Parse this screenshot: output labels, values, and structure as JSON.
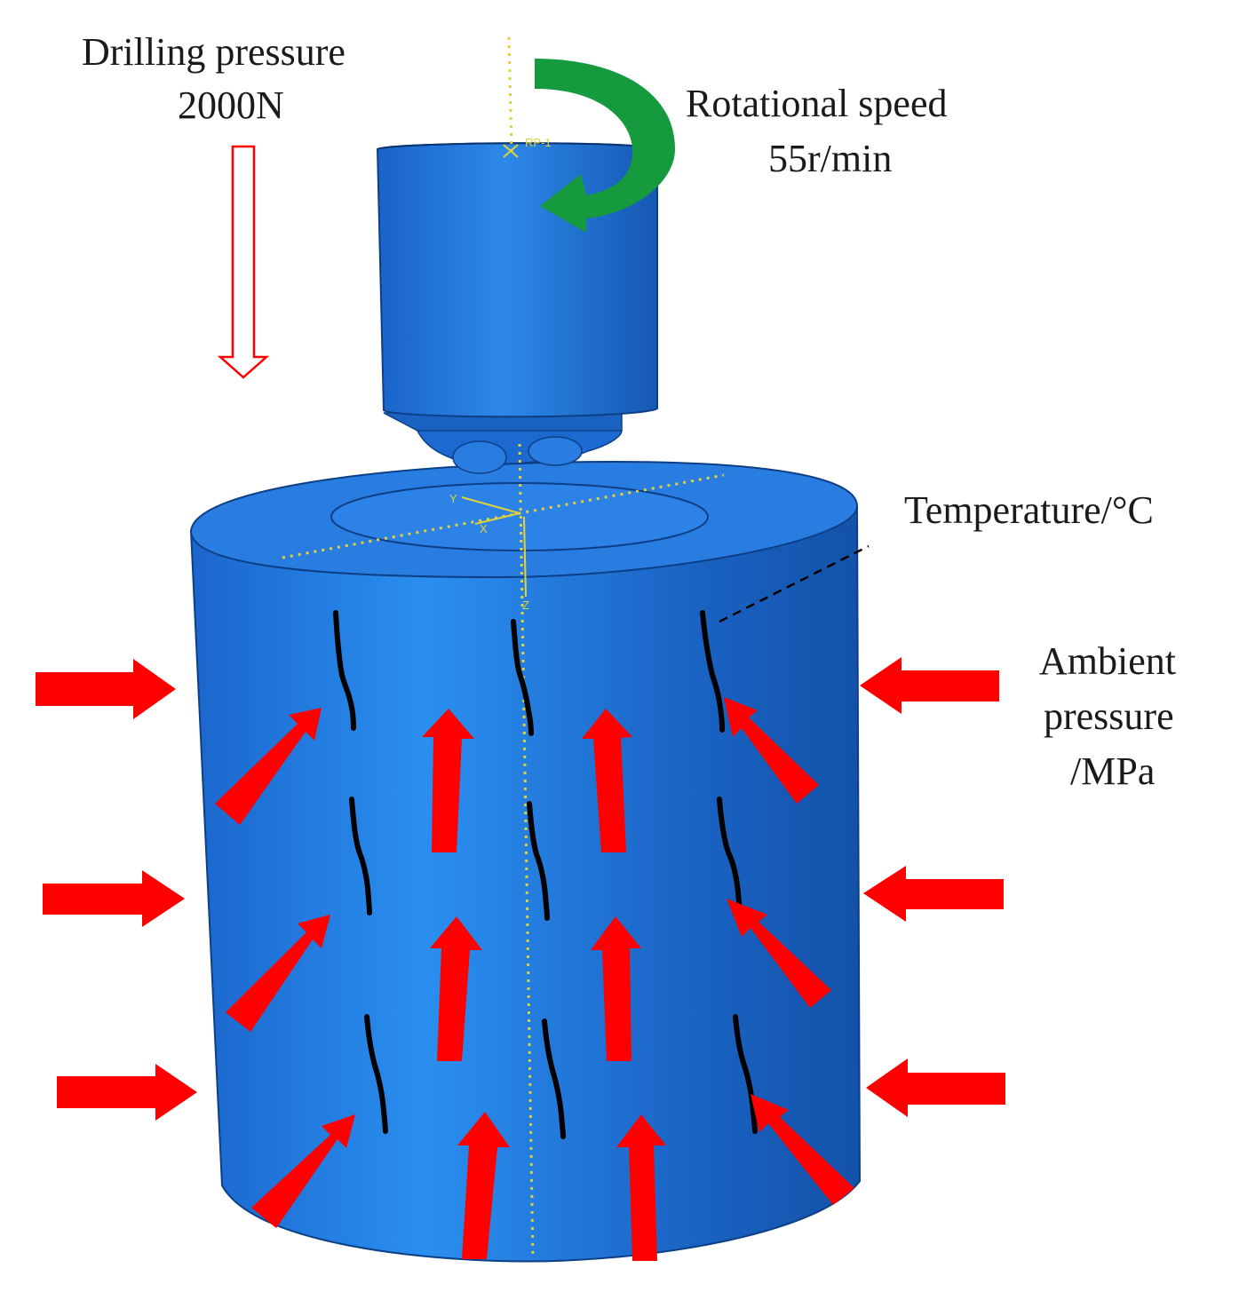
{
  "labels": {
    "drilling_pressure_title": "Drilling pressure",
    "drilling_pressure_value": "2000N",
    "rotational_speed_title": "Rotational speed",
    "rotational_speed_value": "55r/min",
    "temperature": "Temperature/°C",
    "ambient_line1": "Ambient",
    "ambient_line2": "pressure",
    "ambient_line3": "/MPa",
    "reference_point": "RP-1",
    "axis_y": "Y",
    "axis_x": "X",
    "axis_z": "Z"
  },
  "colors": {
    "body_blue": "#1f6ed6",
    "body_dark": "#124fa8",
    "arrow_red": "#ff0000",
    "rotation_green": "#159a3e",
    "axis_yellow": "#e0d23a",
    "fracture_black": "#000000"
  },
  "icons": {
    "drill_bit": "drill-bit-cylinder",
    "rock_sample": "rock-cylinder",
    "rotation": "curved-arrow-icon",
    "load": "hollow-down-arrow-icon",
    "pressure": "solid-red-arrow-icon"
  }
}
